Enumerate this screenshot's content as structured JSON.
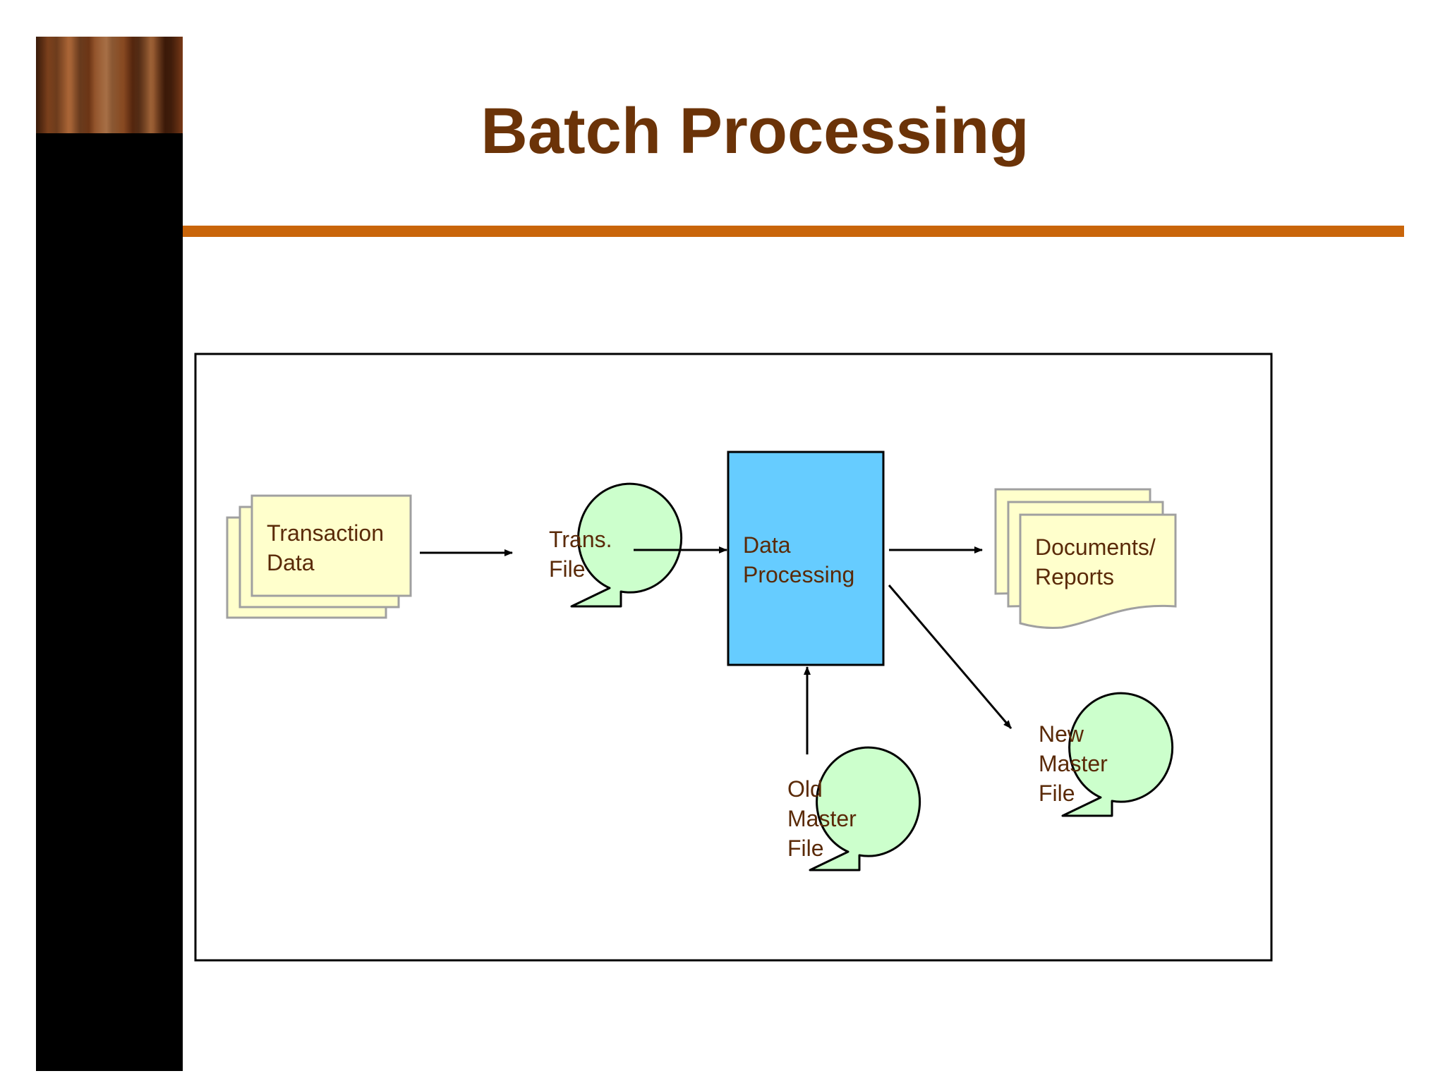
{
  "slide": {
    "title": "Batch Processing"
  },
  "diagram": {
    "nodes": {
      "transaction_data": {
        "line1": "Transaction",
        "line2": "Data"
      },
      "trans_file": {
        "line1": "Trans.",
        "line2": "File"
      },
      "data_processing": {
        "line1": "Data",
        "line2": "Processing"
      },
      "documents_reports": {
        "line1": "Documents/",
        "line2": "Reports"
      },
      "old_master_file": {
        "line1": "Old",
        "line2": "Master",
        "line3": "File"
      },
      "new_master_file": {
        "line1": "New",
        "line2": "Master",
        "line3": "File"
      }
    },
    "colors": {
      "document_fill": "#ffffcc",
      "file_fill": "#ccffcc",
      "process_fill": "#66ccff",
      "title_color": "#6b3308",
      "accent_rule": "#c9650a",
      "label_color": "#5a2a08"
    }
  }
}
